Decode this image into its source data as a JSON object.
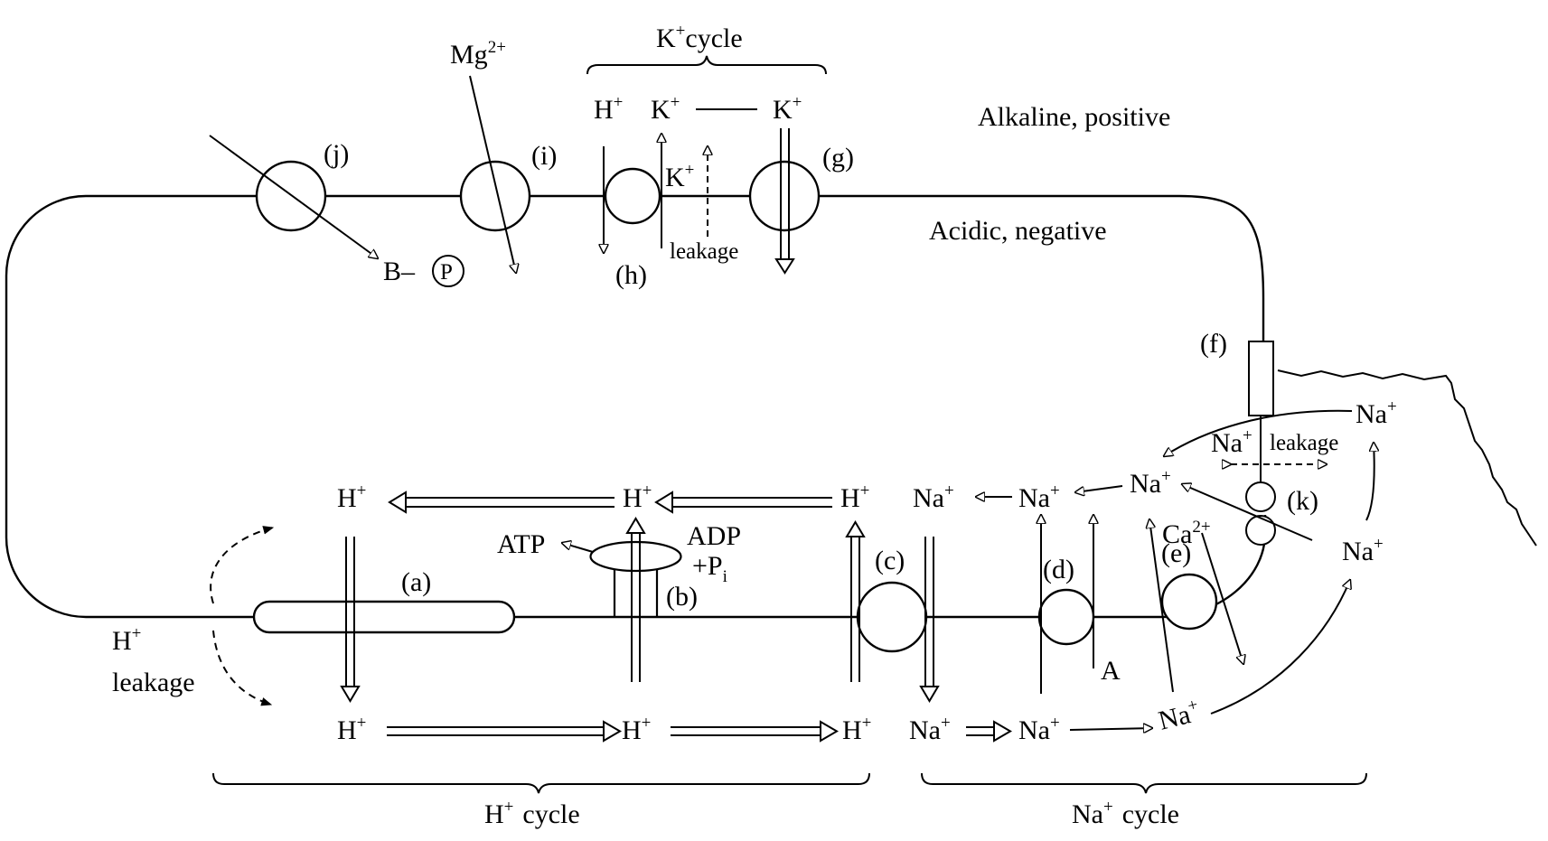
{
  "regions": {
    "outside": "Alkaline, positive",
    "inside": "Acidic, negative"
  },
  "cycles": {
    "k_cycle": {
      "base": "K",
      "sup": "+",
      "word": "cycle"
    },
    "h_cycle": {
      "base": "H",
      "sup": "+",
      "word": "cycle"
    },
    "na_cycle": {
      "base": "Na",
      "sup": "+",
      "word": "cycle"
    }
  },
  "transporters": {
    "a": "(a)",
    "b": "(b)",
    "c": "(c)",
    "d": "(d)",
    "e": "(e)",
    "f": "(f)",
    "g": "(g)",
    "h": "(h)",
    "i": "(i)",
    "j": "(j)",
    "k": "(k)"
  },
  "ions": {
    "h": {
      "base": "H",
      "sup": "+"
    },
    "k": {
      "base": "K",
      "sup": "+"
    },
    "na": {
      "base": "Na",
      "sup": "+"
    },
    "mg": {
      "base": "Mg",
      "sup": "2+"
    },
    "ca": {
      "base": "Ca",
      "sup": "2+"
    }
  },
  "molecules": {
    "atp": "ATP",
    "adp": "ADP",
    "pi": {
      "base": "+P",
      "sub": "i"
    },
    "b_p": {
      "prefix": "B–",
      "circled": "P"
    },
    "a_label": "A"
  },
  "leakage": {
    "word": "leakage",
    "h_leak_ion": {
      "base": "H",
      "sup": "+"
    },
    "na_leak_ion": {
      "base": "Na",
      "sup": "+"
    }
  }
}
